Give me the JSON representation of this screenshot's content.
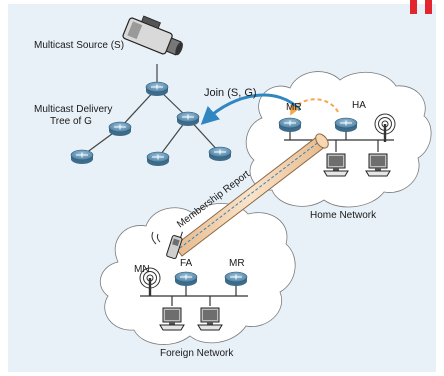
{
  "labels": {
    "source": "Multicast Source (S)",
    "tree_line1": "Multicast Delivery",
    "tree_line2": "Tree of G",
    "join": "Join (S, G)",
    "home_mr": "MR",
    "home_ha": "HA",
    "home_network": "Home Network",
    "membership_report": "Membership Report",
    "foreign_mn": "MN",
    "foreign_fa": "FA",
    "foreign_mr": "MR",
    "foreign_network": "Foreign Network"
  },
  "colors": {
    "background": "#e8f1f8",
    "cloud": "#ffffff",
    "router": "#5b8fb0",
    "join_arrow": "#2f86c0",
    "dashed_arrow": "#f5a64a",
    "tunnel": "#f3cfa3",
    "corner_mark": "#e3262e"
  },
  "icons": [
    "video-camera-icon",
    "router-icon",
    "antenna-icon",
    "computer-icon",
    "mobile-phone-icon"
  ]
}
